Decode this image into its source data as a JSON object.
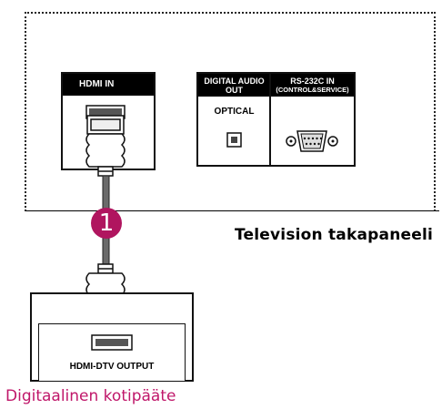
{
  "tv_panel": {
    "hdmi_in_label": "HDMI IN",
    "digital_audio_label_1": "DIGITAL AUDIO",
    "digital_audio_label_2": "OUT",
    "rs232_label_1": "RS-232C IN",
    "rs232_label_2": "(CONTROL&SERVICE)",
    "optical_label": "OPTICAL",
    "caption": "Television takapaneeli"
  },
  "step_badge": "1",
  "device": {
    "port_label": "HDMI-DTV OUTPUT",
    "caption": "Digitaalinen kotipääte"
  },
  "colors": {
    "accent": "#b0155f",
    "caption_device": "#c0176a",
    "cable": "#444444"
  }
}
